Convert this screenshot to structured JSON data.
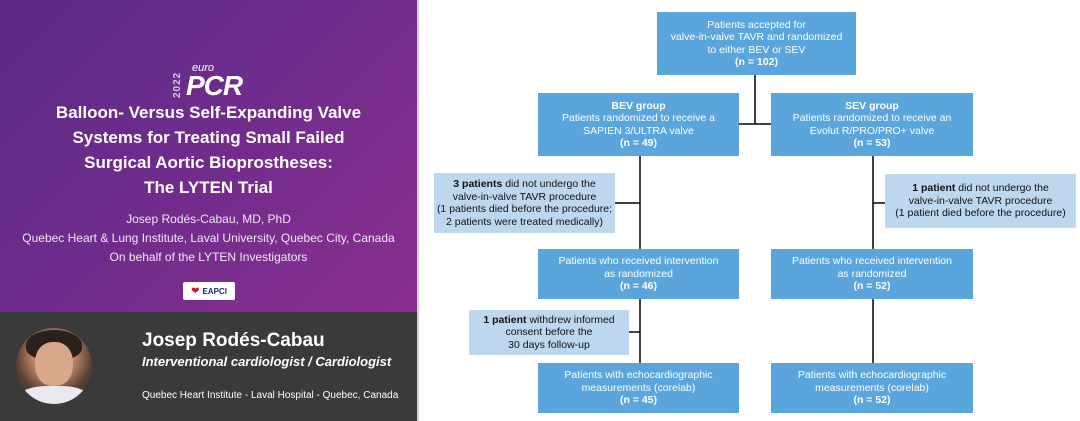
{
  "slide": {
    "logo": {
      "year": "2022",
      "euro": "euro",
      "brand": "PCR"
    },
    "title_lines": [
      "Balloon- Versus Self-Expanding Valve",
      "Systems for Treating Small Failed",
      "Surgical Aortic Bioprostheses:",
      "The LYTEN Trial"
    ],
    "author": "Josep Rodés-Cabau, MD, PhD",
    "affiliation": "Quebec Heart & Lung Institute, Laval University, Quebec City, Canada",
    "on_behalf": "On behalf of the LYTEN Investigators",
    "badge": "EAPCI"
  },
  "banner": {
    "name": "Josep Rodés-Cabau",
    "role": "Interventional cardiologist / Cardiologist",
    "affiliation": "Quebec Heart Institute - Laval Hospital - Quebec, Canada"
  },
  "flowchart": {
    "top": {
      "lines": [
        "Patients accepted for",
        "valve-in-valve TAVR and randomized",
        "to either BEV or SEV"
      ],
      "n": "(n = 102)"
    },
    "bev_group": {
      "title": "BEV group",
      "lines": [
        "Patients randomized to receive a",
        "SAPIEN 3/ULTRA valve"
      ],
      "n": "(n = 49)"
    },
    "sev_group": {
      "title": "SEV group",
      "lines": [
        "Patients randomized to receive an",
        "Evolut R/PRO/PRO+ valve"
      ],
      "n": "(n = 53)"
    },
    "bev_excluded": {
      "bold": "3 patients",
      "rest": " did not undergo the",
      "lines": [
        "valve-in-valve TAVR procedure",
        "(1 patients died before the procedure;",
        "2 patients were treated medically)"
      ]
    },
    "sev_excluded": {
      "bold": "1 patient",
      "rest": " did not undergo the",
      "lines": [
        "valve-in-valve TAVR procedure",
        "(1 patient died before the procedure)"
      ]
    },
    "bev_intervention": {
      "lines": [
        "Patients who received intervention",
        "as randomized"
      ],
      "n": "(n = 46)"
    },
    "sev_intervention": {
      "lines": [
        "Patients who received intervention",
        "as randomized"
      ],
      "n": "(n = 52)"
    },
    "bev_withdrew": {
      "bold": "1 patient",
      "rest": " withdrew informed",
      "lines": [
        "consent before the",
        "30 days follow-up"
      ]
    },
    "bev_echo": {
      "lines": [
        "Patients with echocardiographic",
        "measurements (corelab)"
      ],
      "n": "(n = 45)"
    },
    "sev_echo": {
      "lines": [
        "Patients with echocardiographic",
        "measurements (corelab)"
      ],
      "n": "(n = 52)"
    }
  }
}
